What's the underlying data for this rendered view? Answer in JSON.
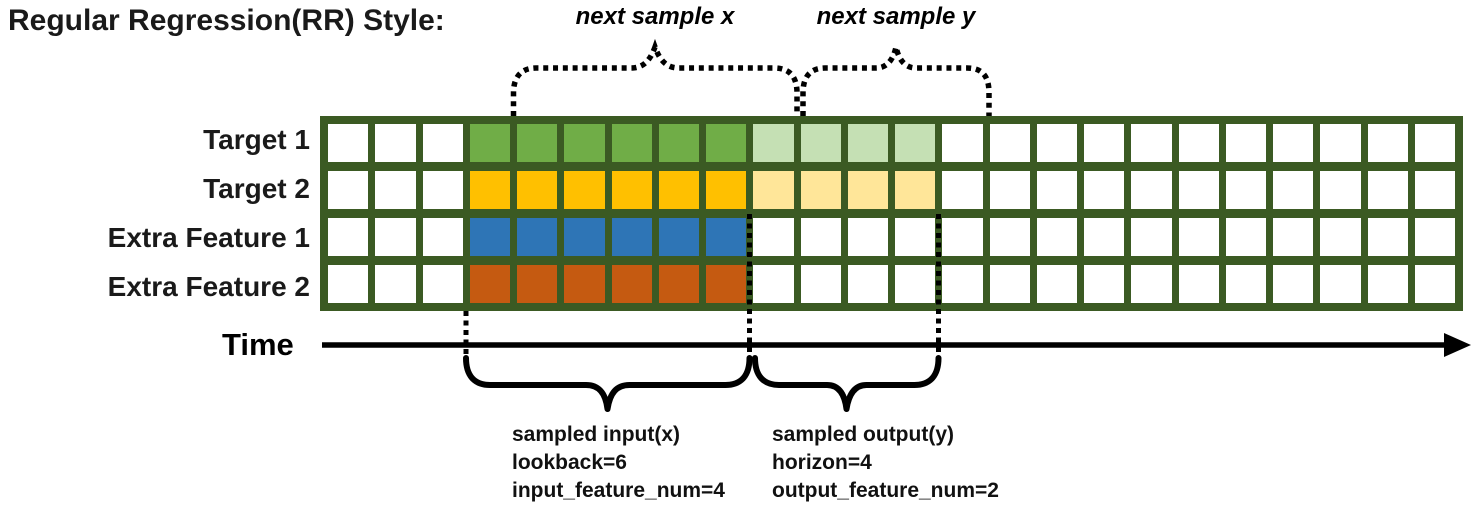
{
  "title": "Regular Regression(RR) Style:",
  "annotations": {
    "next_sample_x": "next sample x",
    "next_sample_y": "next sample y",
    "time_label": "Time",
    "input_caption": [
      "sampled input(x)",
      "lookback=6",
      "input_feature_num=4"
    ],
    "output_caption": [
      "sampled output(y)",
      "horizon=4",
      "output_feature_num=2"
    ]
  },
  "parameters": {
    "lookback": 6,
    "horizon": 4,
    "input_feature_num": 4,
    "output_feature_num": 2
  },
  "colors": {
    "grid_border": "#3B5A23",
    "input_green": "#70AD47",
    "output_green": "#C5E0B4",
    "input_yellow": "#FFC000",
    "output_yellow": "#FFE699",
    "input_blue": "#2E75B6",
    "input_orange": "#C55A11",
    "cell_white": "#FFFFFF",
    "annotation_black": "#000000"
  },
  "grid": {
    "columns": 24,
    "input_start_col": 3,
    "rows": [
      {
        "label": "Target 1",
        "input_color": "#70AD47",
        "output_color": "#C5E0B4",
        "has_output": true
      },
      {
        "label": "Target 2",
        "input_color": "#FFC000",
        "output_color": "#FFE699",
        "has_output": true
      },
      {
        "label": "Extra Feature 1",
        "input_color": "#2E75B6",
        "output_color": null,
        "has_output": false
      },
      {
        "label": "Extra Feature 2",
        "input_color": "#C55A11",
        "output_color": null,
        "has_output": false
      }
    ]
  }
}
